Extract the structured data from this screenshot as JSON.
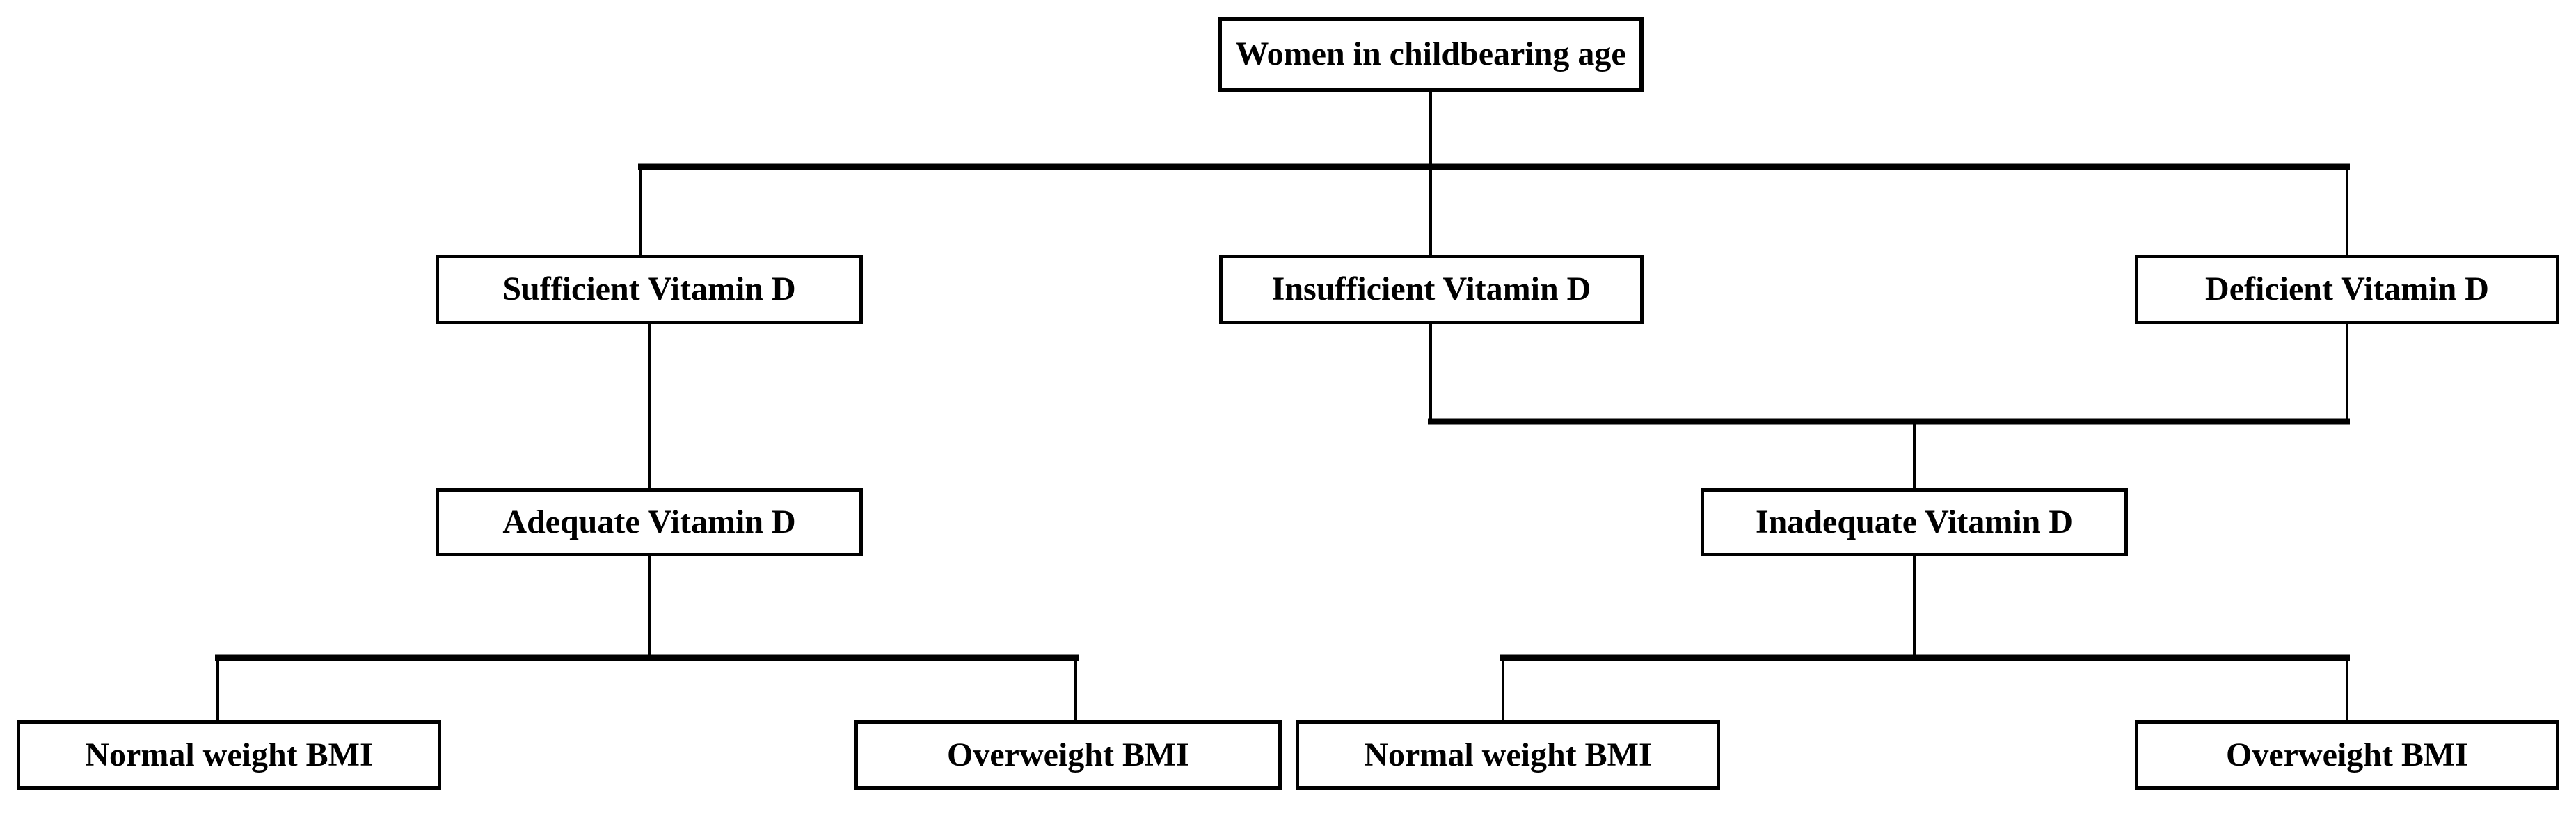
{
  "diagram": {
    "background_color": "#ffffff",
    "line_color": "#000000",
    "box_border_color": "#000000",
    "box_fill_color": "#ffffff",
    "text_color": "#000000",
    "nodes": {
      "root": {
        "label": "Women in childbearing age"
      },
      "sufficient": {
        "label": "Sufficient Vitamin D"
      },
      "insufficient": {
        "label": "Insufficient Vitamin D"
      },
      "deficient": {
        "label": "Deficient Vitamin D"
      },
      "adequate": {
        "label": "Adequate Vitamin D"
      },
      "inadequate": {
        "label": "Inadequate Vitamin D"
      },
      "normal_weight_left": {
        "label": "Normal weight BMI"
      },
      "overweight_left": {
        "label": "Overweight BMI"
      },
      "normal_weight_right": {
        "label": "Normal weight BMI"
      },
      "overweight_right": {
        "label": "Overweight BMI"
      }
    },
    "edges": [
      {
        "from": "root",
        "to": "sufficient"
      },
      {
        "from": "root",
        "to": "insufficient"
      },
      {
        "from": "root",
        "to": "deficient"
      },
      {
        "from": "sufficient",
        "to": "adequate"
      },
      {
        "from": "insufficient",
        "to": "inadequate"
      },
      {
        "from": "deficient",
        "to": "inadequate"
      },
      {
        "from": "adequate",
        "to": "normal_weight_left"
      },
      {
        "from": "adequate",
        "to": "overweight_left"
      },
      {
        "from": "inadequate",
        "to": "normal_weight_right"
      },
      {
        "from": "inadequate",
        "to": "overweight_right"
      }
    ]
  }
}
